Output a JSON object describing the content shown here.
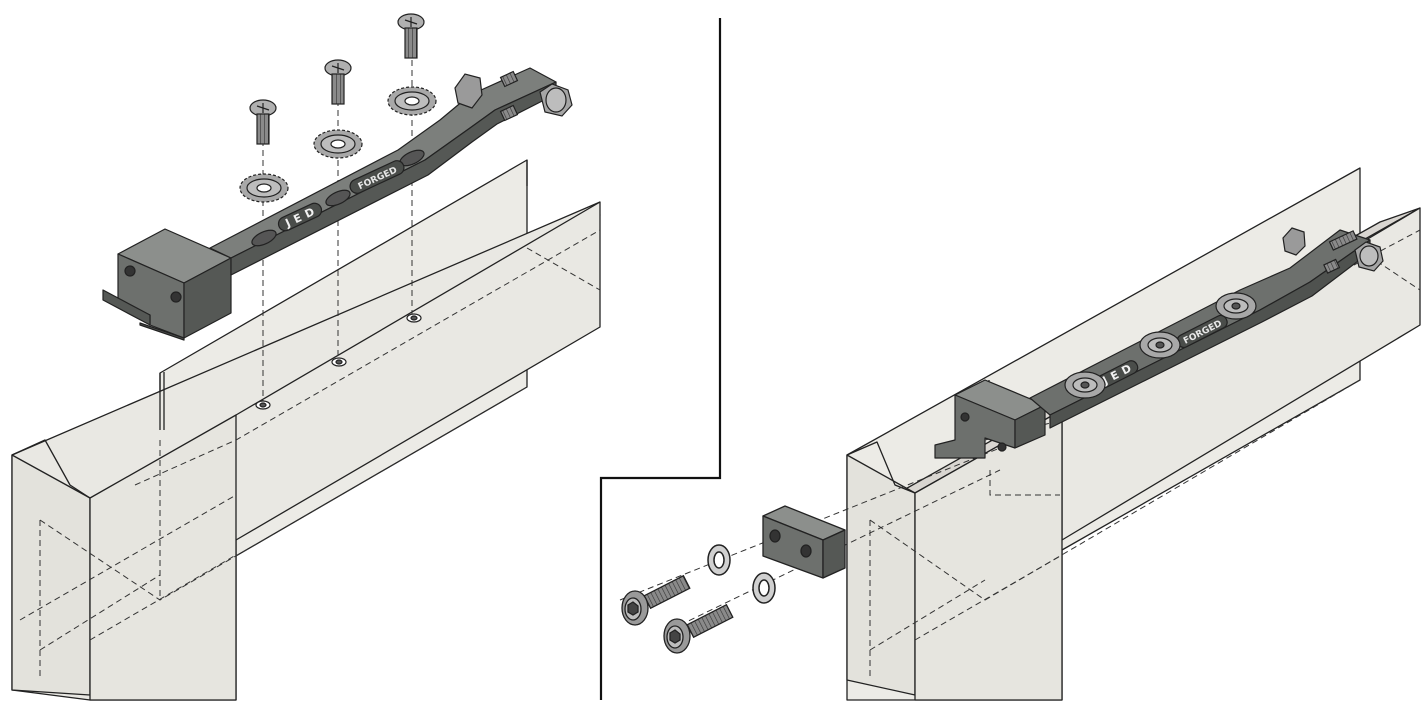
{
  "diagram": {
    "step_1": {
      "engraved_logo_text": "J E D",
      "engraved_forged_text": "FORGED"
    },
    "step_2": {
      "engraved_logo_text": "J E D",
      "engraved_forged_text": "FORGED"
    },
    "colors": {
      "line": "#111111",
      "channel_fill": "#ecebe6",
      "channel_inner": "#d9d6d1",
      "bar_fill": "#6d706d",
      "bar_dark": "#555855",
      "bar_light": "#8c8f8c",
      "hardware": "#9a9a9a",
      "hardware_dark": "#5e5e5e"
    }
  }
}
